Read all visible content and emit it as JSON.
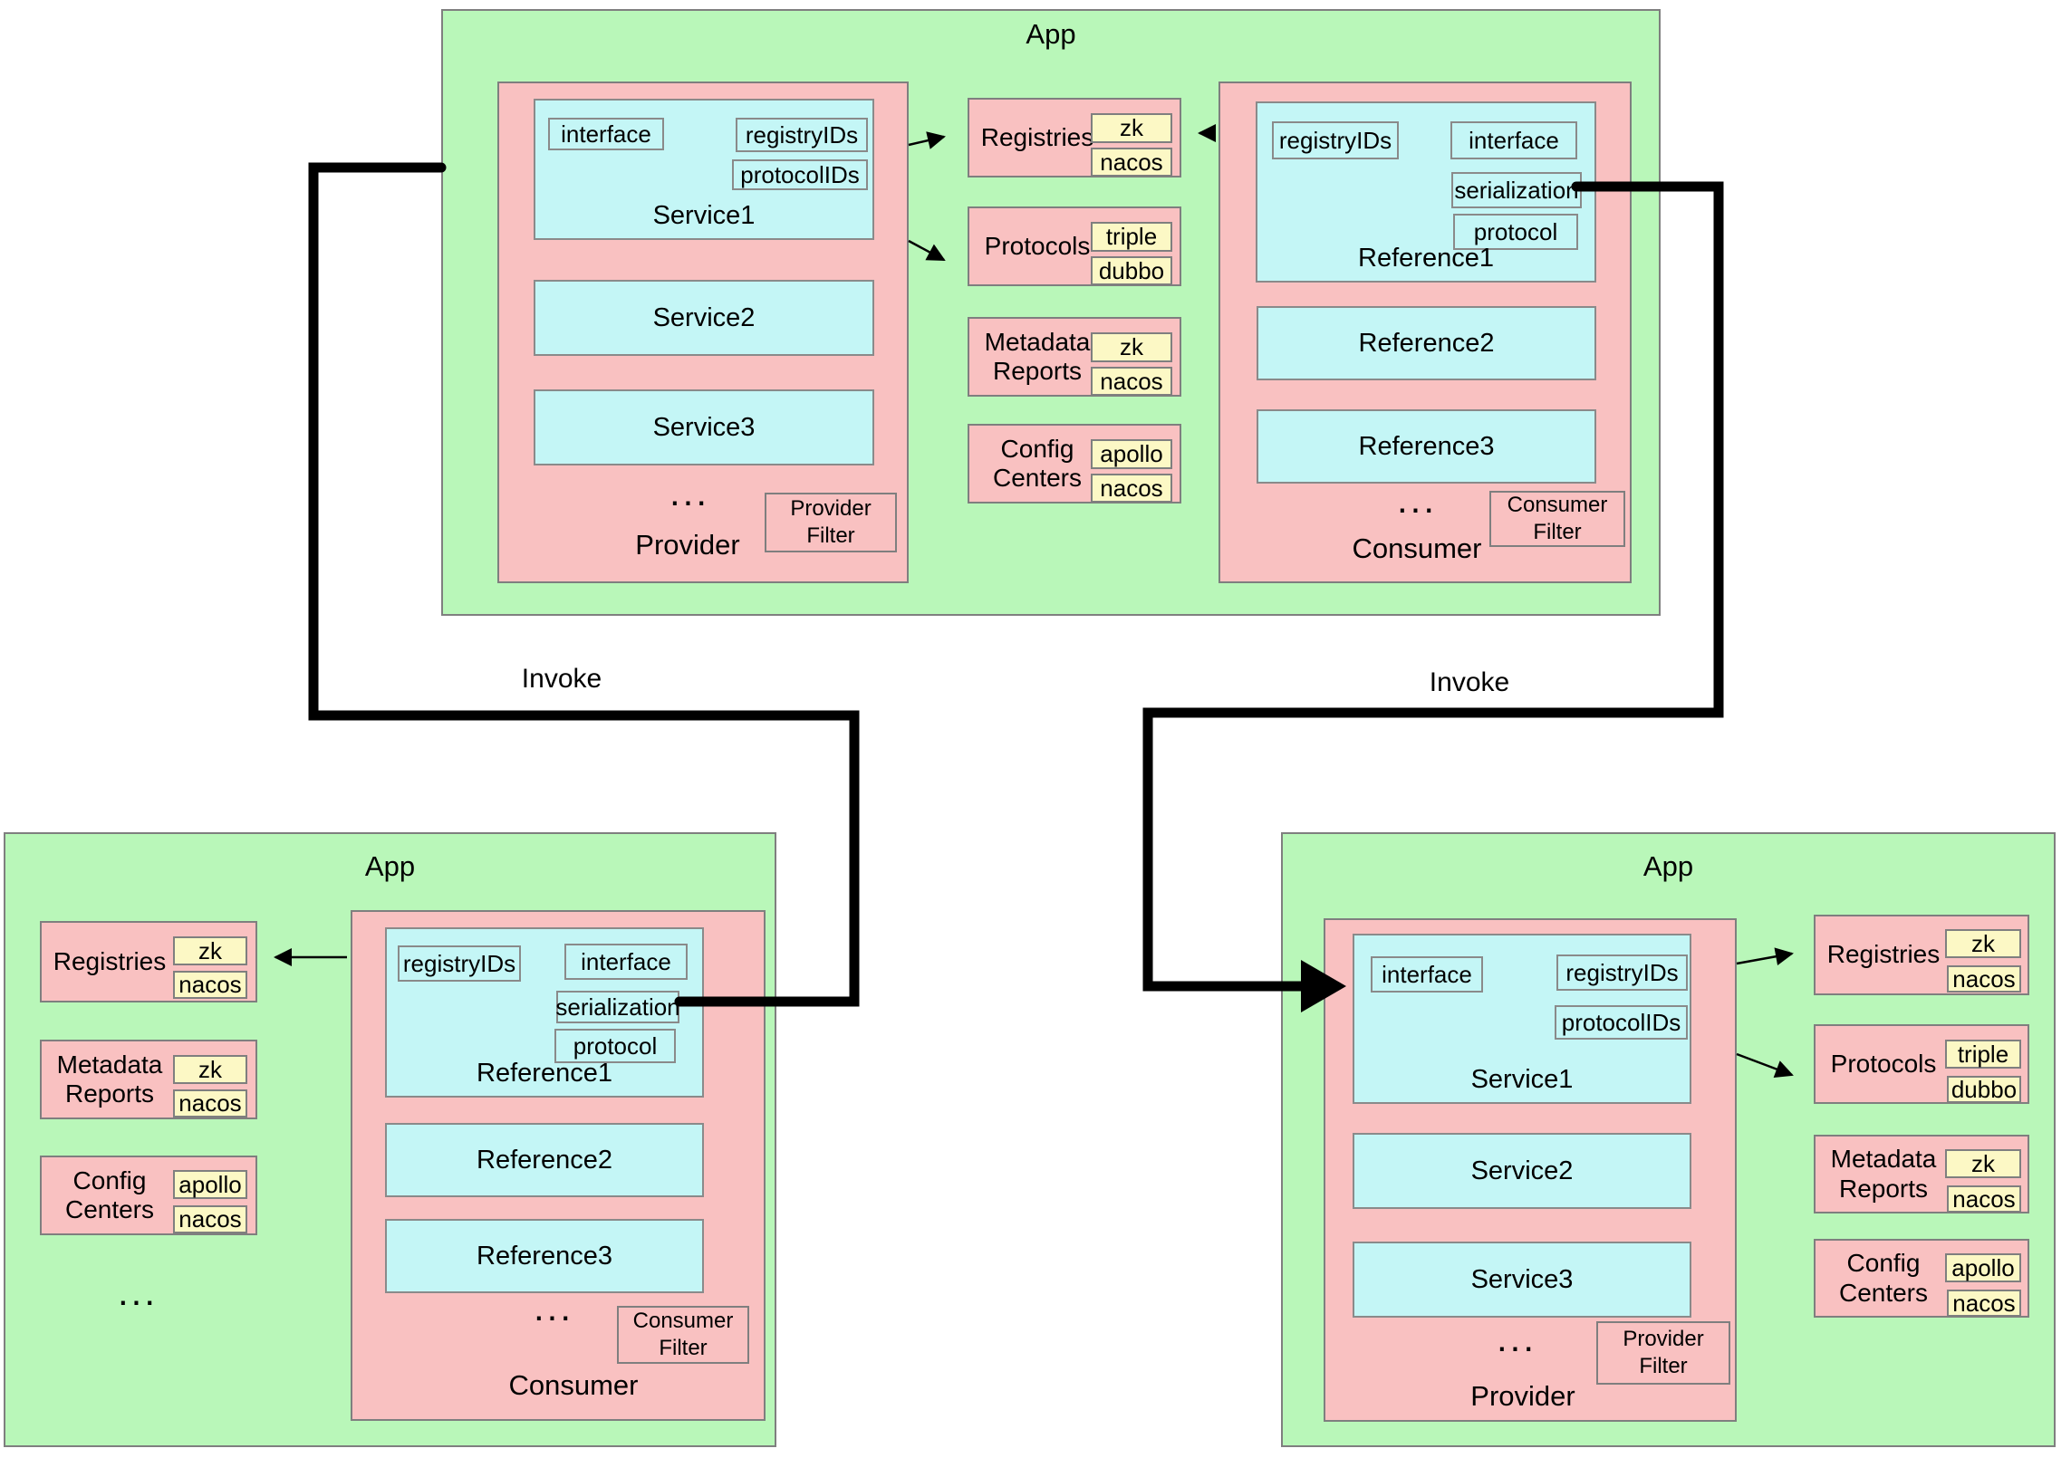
{
  "apps": {
    "top": {
      "title": "App",
      "provider": {
        "label": "Provider",
        "ellipsis": "...",
        "filter_label": "Provider Filter",
        "service1": {
          "name": "Service1",
          "interface": "interface",
          "registryIDs": "registryIDs",
          "protocolIDs": "protocolIDs"
        },
        "service2": "Service2",
        "service3": "Service3"
      },
      "consumer": {
        "label": "Consumer",
        "ellipsis": "...",
        "filter_label": "Consumer Filter",
        "reference1": {
          "name": "Reference1",
          "registryIDs": "registryIDs",
          "interface": "interface",
          "serialization": "serialization",
          "protocol": "protocol"
        },
        "reference2": "Reference2",
        "reference3": "Reference3"
      },
      "registries": {
        "label": "Registries",
        "items": [
          "zk",
          "nacos"
        ]
      },
      "protocols": {
        "label": "Protocols",
        "items": [
          "triple",
          "dubbo"
        ]
      },
      "metadata_reports": {
        "label": "Metadata Reports",
        "items": [
          "zk",
          "nacos"
        ]
      },
      "config_centers": {
        "label": "Config Centers",
        "items": [
          "apollo",
          "nacos"
        ]
      }
    },
    "bottom_left": {
      "title": "App",
      "ellipsis": "...",
      "registries": {
        "label": "Registries",
        "items": [
          "zk",
          "nacos"
        ]
      },
      "metadata_reports": {
        "label": "Metadata Reports",
        "items": [
          "zk",
          "nacos"
        ]
      },
      "config_centers": {
        "label": "Config Centers",
        "items": [
          "apollo",
          "nacos"
        ]
      },
      "consumer": {
        "label": "Consumer",
        "ellipsis": "...",
        "filter_label": "Consumer Filter",
        "reference1": {
          "name": "Reference1",
          "registryIDs": "registryIDs",
          "interface": "interface",
          "serialization": "serialization",
          "protocol": "protocol"
        },
        "reference2": "Reference2",
        "reference3": "Reference3"
      }
    },
    "bottom_right": {
      "title": "App",
      "provider": {
        "label": "Provider",
        "ellipsis": "...",
        "filter_label": "Provider Filter",
        "service1": {
          "name": "Service1",
          "interface": "interface",
          "registryIDs": "registryIDs",
          "protocolIDs": "protocolIDs"
        },
        "service2": "Service2",
        "service3": "Service3"
      },
      "registries": {
        "label": "Registries",
        "items": [
          "zk",
          "nacos"
        ]
      },
      "protocols": {
        "label": "Protocols",
        "items": [
          "triple",
          "dubbo"
        ]
      },
      "metadata_reports": {
        "label": "Metadata Reports",
        "items": [
          "zk",
          "nacos"
        ]
      },
      "config_centers": {
        "label": "Config Centers",
        "items": [
          "apollo",
          "nacos"
        ]
      }
    }
  },
  "edges": {
    "invoke_left_label": "Invoke",
    "invoke_right_label": "Invoke"
  },
  "colors": {
    "app_green": "#b9f7b9",
    "component_pink": "#f9c1c1",
    "bean_cyan": "#c4f6f6",
    "impl_yellow": "#fcf8c5",
    "border_gray": "#7f7f7f",
    "line_black": "#000000"
  }
}
